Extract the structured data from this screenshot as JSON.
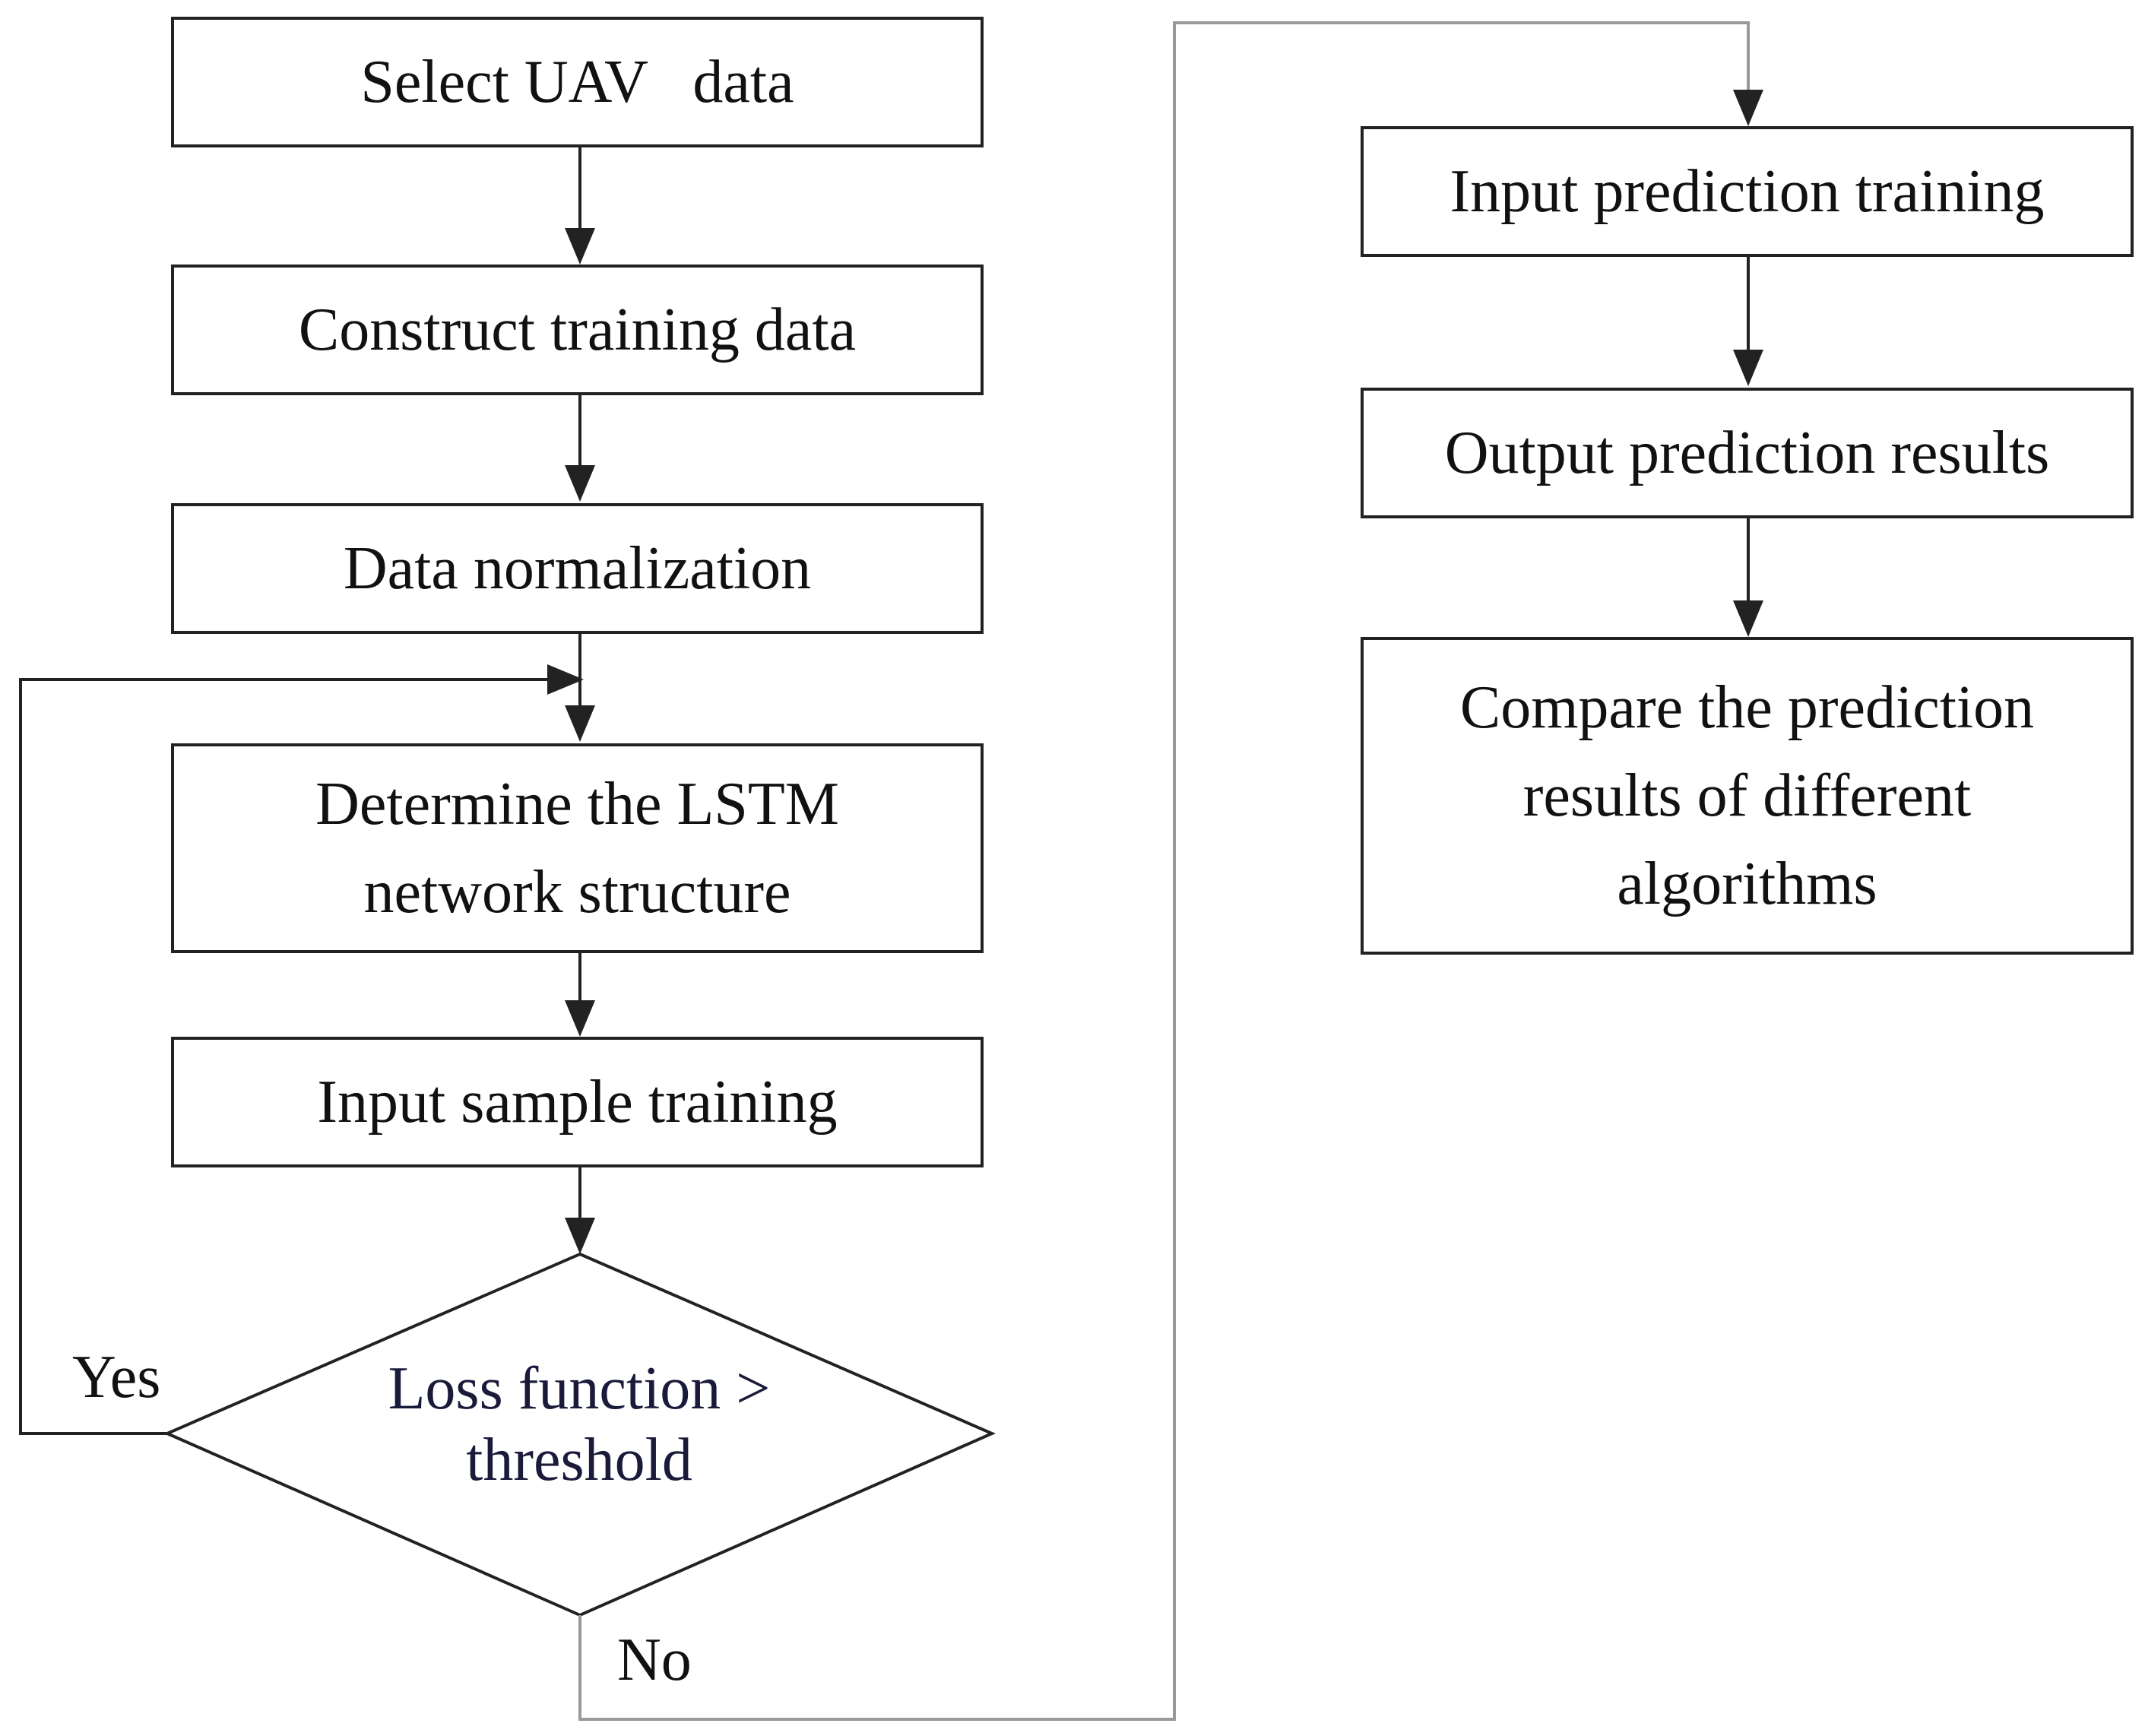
{
  "diagram": {
    "steps_left": {
      "select_data": "Select UAV   data",
      "construct_training": "Construct training data",
      "normalization": "Data normalization",
      "determine_structure_line1": "Determine the LSTM",
      "determine_structure_line2": "network structure",
      "input_sample": "Input sample training"
    },
    "decision": {
      "line1": "Loss function >",
      "line2": "threshold",
      "yes_label": "Yes",
      "no_label": "No"
    },
    "steps_right": {
      "input_prediction": "Input prediction training",
      "output_results": "Output prediction results",
      "compare_line1": "Compare the prediction",
      "compare_line2": "results of different",
      "compare_line3": "algorithms"
    },
    "colors": {
      "line": "#222222",
      "connector": "#999999",
      "text": "#111111"
    }
  }
}
